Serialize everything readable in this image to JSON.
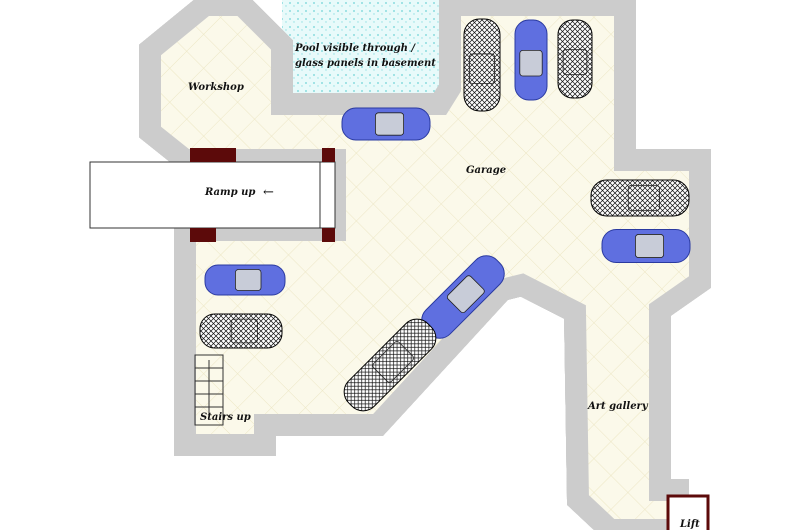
{
  "labels": {
    "workshop": "Workshop",
    "pool": [
      "Pool visible through /",
      "glass panels in basement"
    ],
    "garage": "Garage",
    "ramp": "Ramp up",
    "ramp_arrow": "←",
    "stairs": "Stairs up",
    "gallery": "Art gallery",
    "lift": "Lift"
  },
  "colors": {
    "wall": "#5c0a0a",
    "floor": "#fbf9ea",
    "floor_grid": "#ece6c4",
    "pool": "#bfeff0",
    "car_blue": "#5f6fe0",
    "car_wire": "#222222"
  },
  "cars": [
    {
      "type": "wire"
    },
    {
      "type": "blue"
    },
    {
      "type": "wire"
    },
    {
      "type": "blue"
    },
    {
      "type": "wire"
    },
    {
      "type": "blue"
    },
    {
      "type": "blue"
    },
    {
      "type": "wire"
    },
    {
      "type": "blue"
    },
    {
      "type": "wire"
    }
  ]
}
